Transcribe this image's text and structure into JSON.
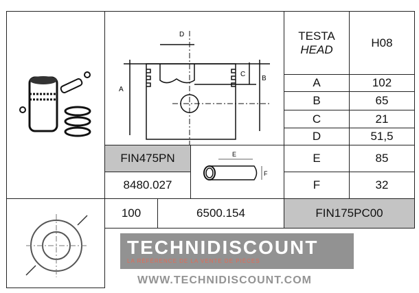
{
  "header": {
    "testa": "TESTA",
    "head": "HEAD",
    "code": "H08"
  },
  "dimensions": [
    {
      "label": "A",
      "value": "102"
    },
    {
      "label": "B",
      "value": "65"
    },
    {
      "label": "C",
      "value": "21"
    },
    {
      "label": "D",
      "value": "51,5"
    },
    {
      "label": "E",
      "value": "85"
    },
    {
      "label": "F",
      "value": "32"
    }
  ],
  "piston_ref": "FIN475PN",
  "piston_number": "8480.027",
  "pin_labels": {
    "e": "E",
    "f": "F"
  },
  "drawing_labels": {
    "a": "A",
    "b": "B",
    "c": "C",
    "d": "D"
  },
  "bottom_row": {
    "qty": "100",
    "ring_number": "6500.154",
    "ring_ref": "FIN175PC00"
  },
  "watermark": {
    "brand": "TECHNIDISCOUNT",
    "tagline": "LA RÉFÉRENCE DE LA VENTE DE PIÈCES DÉTACHÉES MOTEURS EN LIGNE",
    "url": "WWW.TECHNIDISCOUNT.COM"
  }
}
